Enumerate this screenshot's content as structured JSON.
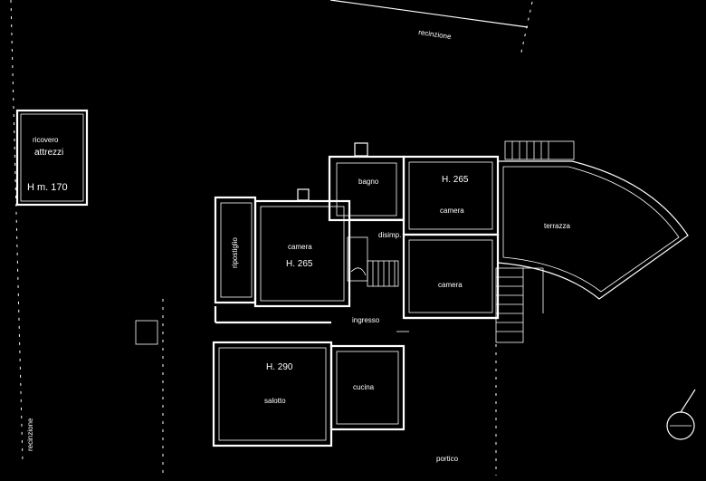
{
  "labels": {
    "recinzione_top": "recinzione",
    "recinzione_left": "recinzione",
    "ricovero": "ricovero",
    "attrezzi": "attrezzi",
    "h_ricovero": "H m. 170",
    "bagno": "bagno",
    "camera_top": "camera",
    "h_camera_top": "H. 265",
    "terrazza": "terrazza",
    "ripostiglio": "ripostiglio",
    "camera_mid": "camera",
    "h_camera_mid": "H. 265",
    "disimp": "disimp.",
    "camera_right": "camera",
    "ingresso": "ingresso",
    "h_salotto": "H. 290",
    "salotto": "salotto",
    "cucina": "cucina",
    "portico": "portico"
  }
}
